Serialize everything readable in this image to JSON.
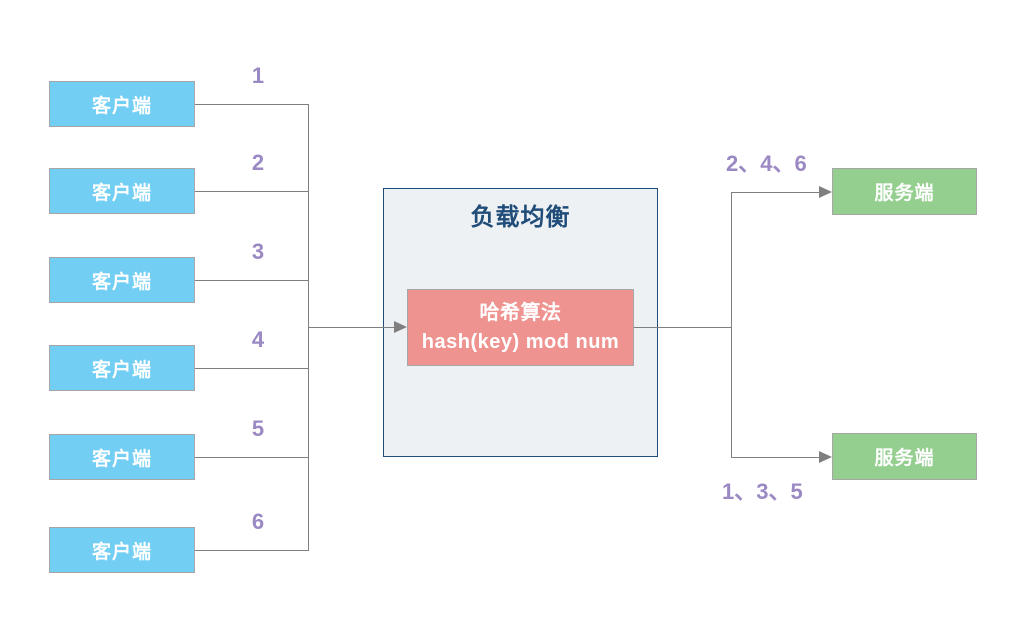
{
  "diagram": {
    "clients": [
      {
        "label": "客户端",
        "number": "1"
      },
      {
        "label": "客户端",
        "number": "2"
      },
      {
        "label": "客户端",
        "number": "3"
      },
      {
        "label": "客户端",
        "number": "4"
      },
      {
        "label": "客户端",
        "number": "5"
      },
      {
        "label": "客户端",
        "number": "6"
      }
    ],
    "load_balancer": {
      "title": "负载均衡",
      "algorithm_line1": "哈希算法",
      "algorithm_line2": "hash(key) mod num"
    },
    "servers": [
      {
        "label": "服务端",
        "requests": "2、4、6"
      },
      {
        "label": "服务端",
        "requests": "1、3、5"
      }
    ],
    "colors": {
      "client_fill": "#73CEF4",
      "server_fill": "#95CF90",
      "algo_fill": "#EE938F",
      "num_color": "#9B89C4",
      "line_color": "#7F7F7F",
      "box_border": "#A6A6A6",
      "lb_border": "#1F4C78",
      "lb_fill": "#EEF1F4"
    }
  }
}
